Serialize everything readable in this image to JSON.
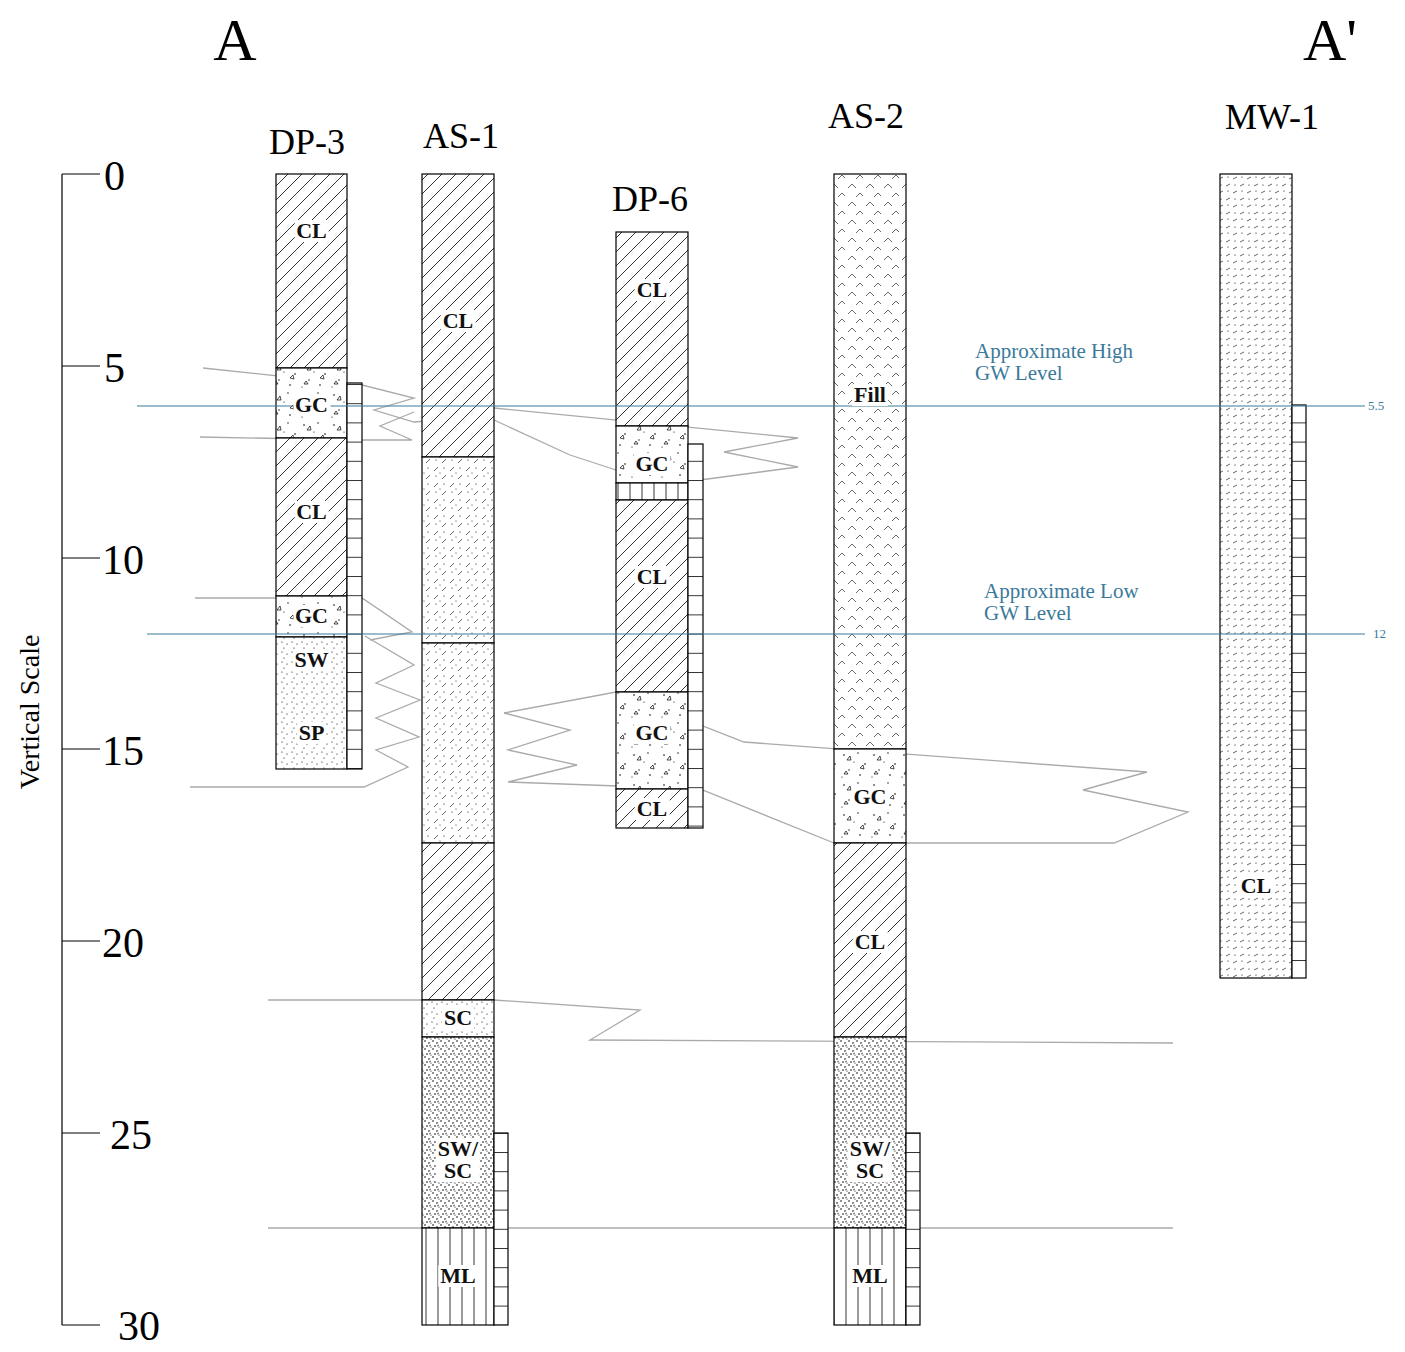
{
  "diagram": {
    "nodes": [
      {
        "text": [
          "CL"
        ]
      },
      {
        "text": [
          "GC"
        ]
      },
      {
        "text": [
          "CL"
        ]
      },
      {
        "text": [
          "GC"
        ]
      },
      {
        "text": [
          "SW",
          "SP"
        ]
      },
      {
        "text": [
          "CL"
        ]
      },
      {
        "text": [
          "SC"
        ]
      },
      {
        "text": [
          "SW/ SC"
        ]
      },
      {
        "text": [
          "ML"
        ]
      },
      {
        "text": [
          "CL"
        ]
      },
      {
        "text": [
          "GC"
        ]
      },
      {
        "text": [
          "CL"
        ]
      },
      {
        "text": [
          "GC"
        ]
      },
      {
        "text": [
          "CL"
        ]
      },
      {
        "text": [
          "Fill"
        ]
      },
      {
        "text": [
          "GC"
        ]
      },
      {
        "text": [
          "CL"
        ]
      },
      {
        "text": [
          "SW/ SC"
        ]
      },
      {
        "text": [
          "ML"
        ]
      },
      {
        "text": [
          "CL"
        ]
      }
    ],
    "labels": [
      "A",
      "A'",
      "DP-3",
      "AS-1",
      "DP-6",
      "AS-2",
      "MW-1",
      "0",
      "5",
      "10",
      "15",
      "20",
      "25",
      "30",
      "Vertical Scale",
      "Approximate High GW Level",
      "5.5",
      "Approximate Low GW Level",
      "12"
    ]
  }
}
